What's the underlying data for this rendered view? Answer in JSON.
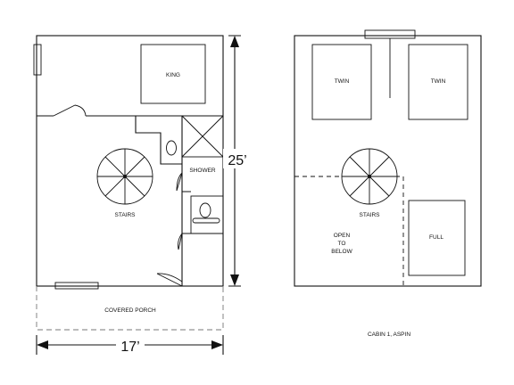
{
  "cabin_left": {
    "rooms": {
      "king": "KING",
      "shower": "SHOWER",
      "stairs": "STAIRS",
      "porch": "COVERED PORCH"
    },
    "dimensions": {
      "height": "25’",
      "width": "17’"
    }
  },
  "cabin_right": {
    "rooms": {
      "twin_left": "TWIN",
      "twin_right": "TWIN",
      "stairs": "STAIRS",
      "open_line1": "OPEN",
      "open_line2": "TO",
      "open_line3": "BELOW",
      "full": "FULL"
    },
    "caption": "CABIN 1, ASPIN"
  }
}
